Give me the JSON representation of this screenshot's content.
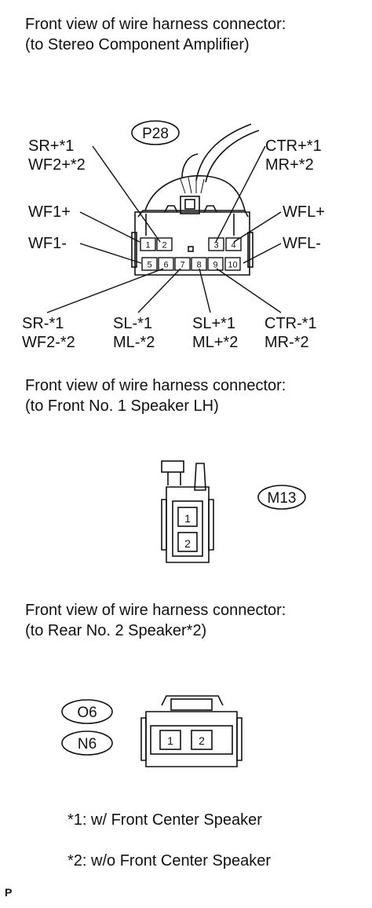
{
  "sections": [
    {
      "heading_line1": "Front view of wire harness connector:",
      "heading_line2": "(to Stereo Component Amplifier)",
      "connector_id": "P28",
      "pins": [
        "1",
        "2",
        "3",
        "4",
        "5",
        "6",
        "7",
        "8",
        "9",
        "10"
      ],
      "labels": {
        "sr_plus": [
          "SR+*1",
          "WF2+*2"
        ],
        "ctr_plus": [
          "CTR+*1",
          "MR+*2"
        ],
        "wf1_plus": "WF1+",
        "wf1_minus": "WF1-",
        "wfl_plus": "WFL+",
        "wfl_minus": "WFL-",
        "sr_minus": [
          "SR-*1",
          "WF2-*2"
        ],
        "sl_minus": [
          "SL-*1",
          "ML-*2"
        ],
        "sl_plus": [
          "SL+*1",
          "ML+*2"
        ],
        "ctr_minus": [
          "CTR-*1",
          "MR-*2"
        ]
      }
    },
    {
      "heading_line1": "Front view of wire harness connector:",
      "heading_line2": "(to Front No. 1 Speaker LH)",
      "connector_id": "M13",
      "pins": [
        "1",
        "2"
      ]
    },
    {
      "heading_line1": "Front view of wire harness connector:",
      "heading_line2": "(to Rear No. 2 Speaker*2)",
      "connector_ids": [
        "O6",
        "N6"
      ],
      "pins": [
        "1",
        "2"
      ]
    }
  ],
  "notes": [
    "*1: w/ Front Center Speaker",
    "*2: w/o Front Center Speaker"
  ],
  "corner_mark": "P"
}
